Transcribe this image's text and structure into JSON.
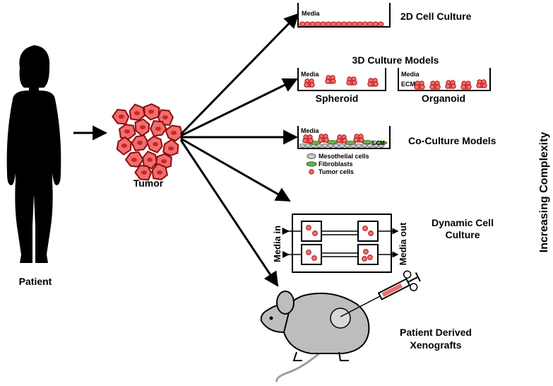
{
  "patient": {
    "label": "Patient"
  },
  "tumor": {
    "label": "Tumor"
  },
  "culture_2d": {
    "title": "2D Cell Culture",
    "media": "Media"
  },
  "culture_3d": {
    "title": "3D Culture Models",
    "spheroid": {
      "label": "Spheroid",
      "media": "Media"
    },
    "organoid": {
      "label": "Organoid",
      "media": "Media",
      "ecm": "ECM"
    }
  },
  "coculture": {
    "title": "Co-Culture Models",
    "media": "Media",
    "ecm": "ECM",
    "legend": [
      "Mesothelial cells",
      "Fibroblasts",
      "Tumor cells"
    ]
  },
  "dynamic": {
    "title_line1": "Dynamic Cell",
    "title_line2": "Culture",
    "media_in": "Media in",
    "media_out": "Media out"
  },
  "pdx": {
    "title_line1": "Patient Derived",
    "title_line2": "Xenografts"
  },
  "complexity_axis": {
    "label": "Increasing Complexity"
  },
  "colors": {
    "cell_fill": "#f26d6d",
    "cell_stroke": "#b01010",
    "tumor_dark": "#8e0d0d",
    "fibroblast": "#6ab04c",
    "mesothelial": "#c8c8c8",
    "mouse": "#bdbdbd",
    "ink": "#000000"
  }
}
